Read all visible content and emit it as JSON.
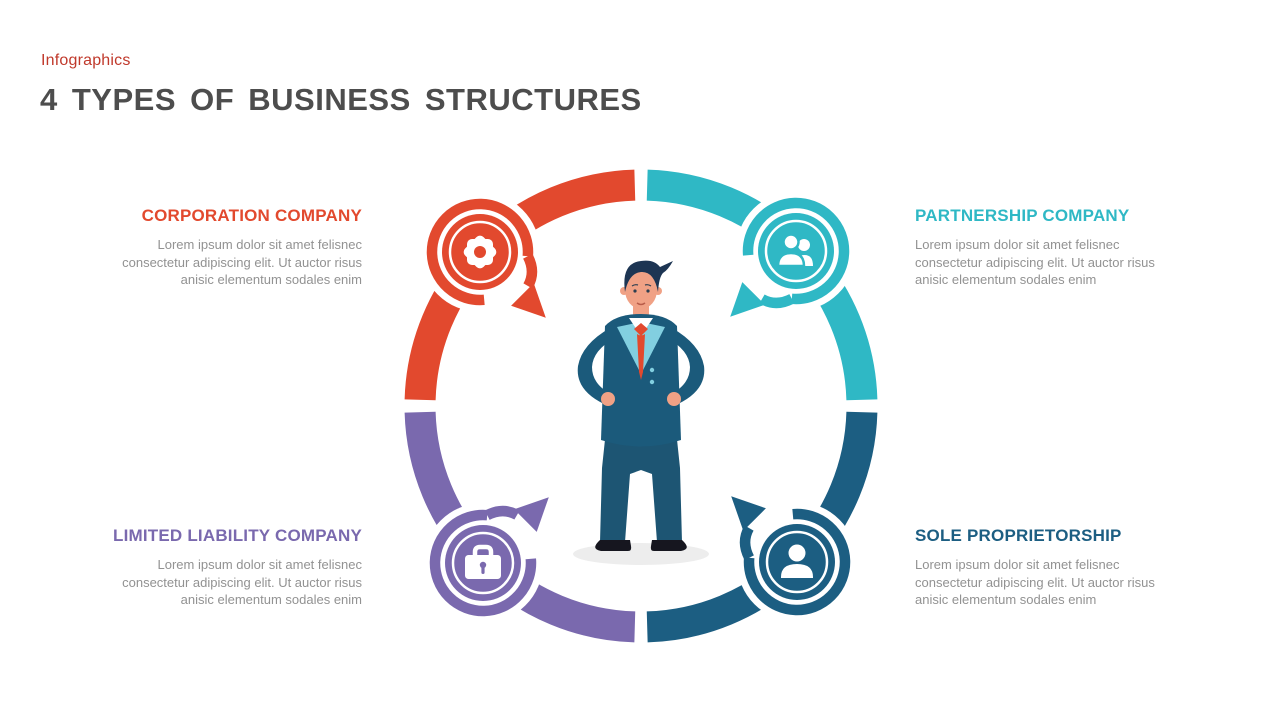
{
  "header": {
    "eyebrow": "Infographics",
    "title": "4 TYPES OF BUSINESS STRUCTURES"
  },
  "colors": {
    "corporation": "#e2492e",
    "partnership": "#2fb8c5",
    "llc": "#7a69ae",
    "sole": "#1c5e82",
    "title_text": "#4d4d4d",
    "eyebrow_text": "#c0392b",
    "body_text": "#929292",
    "suit": "#1b5a7b",
    "pants": "#1d5573",
    "hair": "#1d3553",
    "skin": "#f0a185",
    "tie": "#e2492e",
    "lapel": "#82cfe0",
    "shadow": "#ededed",
    "shoe": "#16161f"
  },
  "sections": [
    {
      "title": "CORPORATION COMPANY",
      "body": "Lorem ipsum dolor sit amet felisnec consectetur adipiscing elit. Ut auctor risus anisic elementum sodales enim",
      "icon": "gear-icon",
      "position": "top-left"
    },
    {
      "title": "PARTNERSHIP COMPANY",
      "body": "Lorem ipsum dolor sit amet felisnec consectetur adipiscing elit. Ut auctor risus anisic elementum sodales enim",
      "icon": "partners-icon",
      "position": "top-right"
    },
    {
      "title": "LIMITED LIABILITY COMPANY",
      "body": "Lorem ipsum dolor sit amet felisnec consectetur adipiscing elit. Ut auctor risus anisic elementum sodales enim",
      "icon": "briefcase-icon",
      "position": "bottom-left"
    },
    {
      "title": "SOLE PROPRIETORSHIP",
      "body": "Lorem ipsum dolor sit amet felisnec consectetur adipiscing elit. Ut auctor risus anisic elementum sodales enim",
      "icon": "user-icon",
      "position": "bottom-right"
    }
  ],
  "center_figure": {
    "icon": "businessman-illustration"
  }
}
